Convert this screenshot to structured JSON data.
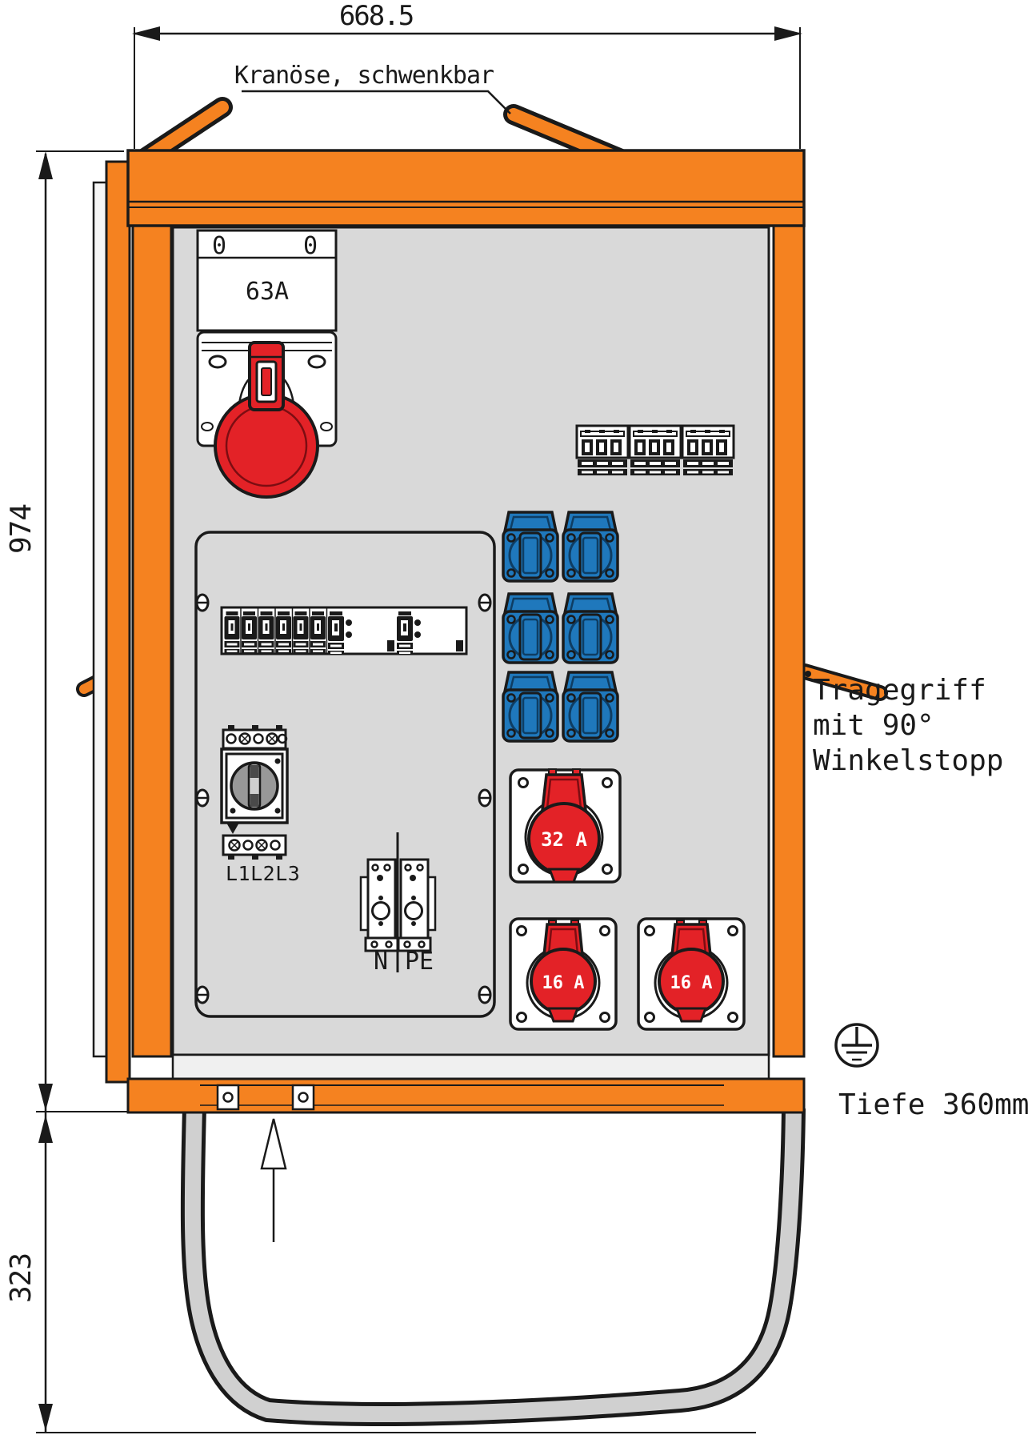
{
  "drawing": {
    "dimensions": {
      "width": "668.5",
      "height": "974",
      "stand_height": "323",
      "depth_note": "Tiefe 360mm"
    },
    "annotations": {
      "crane_eye": "Kranöse, schwenkbar",
      "handle_line1": "Tragegriff",
      "handle_line2": "mit 90°",
      "handle_line3": "Winkelstopp"
    },
    "devices": {
      "main_breaker": {
        "rating": "63A",
        "indicators": [
          "0",
          "0"
        ]
      },
      "main_switch_label": "L1L2L3",
      "terminal_n": "N",
      "terminal_pe": "PE",
      "cee_socket_32": "32 A",
      "cee_socket_16_left": "16 A",
      "cee_socket_16_right": "16 A"
    },
    "colors": {
      "orange": "#f58220",
      "red": "#e32227",
      "blue": "#1f78bc",
      "door": "#d9d9d9",
      "line": "#1a1a1a",
      "tube": "#d0d0d0",
      "knob": "#989898"
    }
  }
}
